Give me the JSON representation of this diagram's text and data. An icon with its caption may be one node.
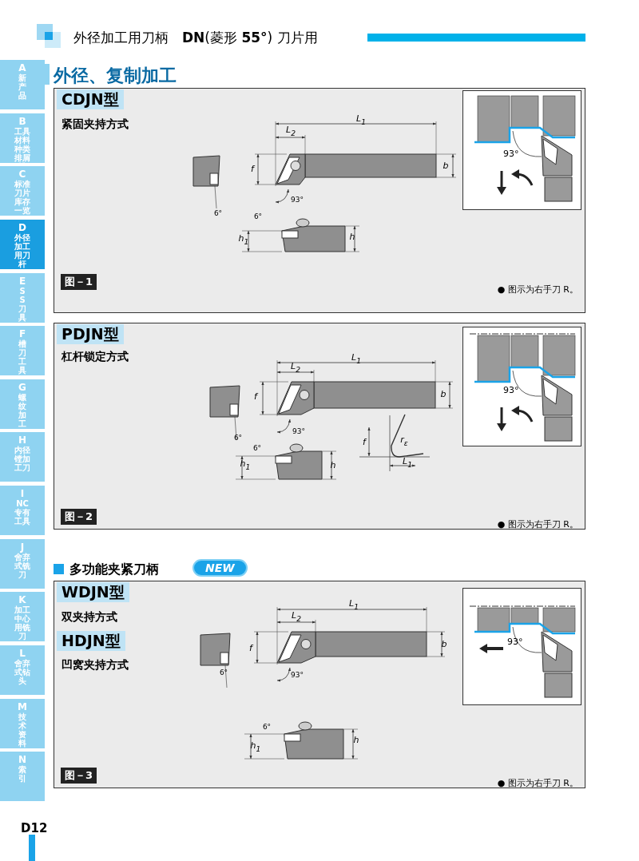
{
  "diagram": {
    "title": "外径加工用刀柄　**DN**(菱形 **55°**) 刀片用",
    "nodes": [
      {
        "text": [
          "A",
          "新产品"
        ]
      },
      {
        "text": [
          "B",
          "工具材料种类排屑槽"
        ]
      },
      {
        "text": [
          "C",
          "标准刀片库存一览"
        ]
      },
      {
        "text": [
          "D",
          "外径加工用刀杆"
        ]
      },
      {
        "text": [
          "E",
          "SS刀具"
        ]
      },
      {
        "text": [
          "F",
          "槽刀工具"
        ]
      },
      {
        "text": [
          "G",
          "螺纹加工"
        ]
      },
      {
        "text": [
          "H",
          "内径镗加工刀"
        ]
      },
      {
        "text": [
          "I",
          "NC专有工具"
        ]
      },
      {
        "text": [
          "J",
          "舍弃式铣刀"
        ]
      },
      {
        "text": [
          "K",
          "加工中心用铣刀"
        ]
      },
      {
        "text": [
          "L",
          "舍弃式钻头"
        ]
      },
      {
        "text": [
          "M",
          "技术资料"
        ]
      },
      {
        "text": [
          "N",
          "索引"
        ]
      },
      {
        "text": [
          "CDJN型",
          "紧固夹持方式",
          "图－1",
          "● 图示为右手刀 R。"
        ]
      },
      {
        "text": [
          "93°"
        ],
        "in": 14
      },
      {
        "text": [
          "PDJN型",
          "杠杆锁定方式",
          "图－2",
          "● 图示为右手刀 R。"
        ]
      },
      {
        "text": [
          "93°"
        ],
        "in": 16
      },
      {
        "text": [
          "WDJN型",
          "双夹持方式",
          "HDJN型",
          "凹窝夹持方式",
          "图－3",
          "● 图示为右手刀 R。"
        ]
      },
      {
        "text": [
          "93°"
        ],
        "in": 18
      }
    ],
    "labels": [
      "外径、复制加工",
      "L$_{1}$",
      "L$_{2}$",
      "f",
      "b",
      "93°",
      "6°",
      "6°",
      "h$_{1}$",
      "h",
      "L$_{1}$",
      "L$_{2}$",
      "f",
      "b",
      "93°",
      "6°",
      "6°",
      "f",
      "r$_{ε}$",
      "L$_{1}$",
      "h$_{1}$",
      "h",
      "多功能夹紧刀柄",
      "NEW",
      "L$_{1}$",
      "L$_{2}$",
      "f",
      "b",
      "6°",
      "93°",
      "6°",
      "h$_{1}$",
      "h",
      "D12"
    ]
  }
}
